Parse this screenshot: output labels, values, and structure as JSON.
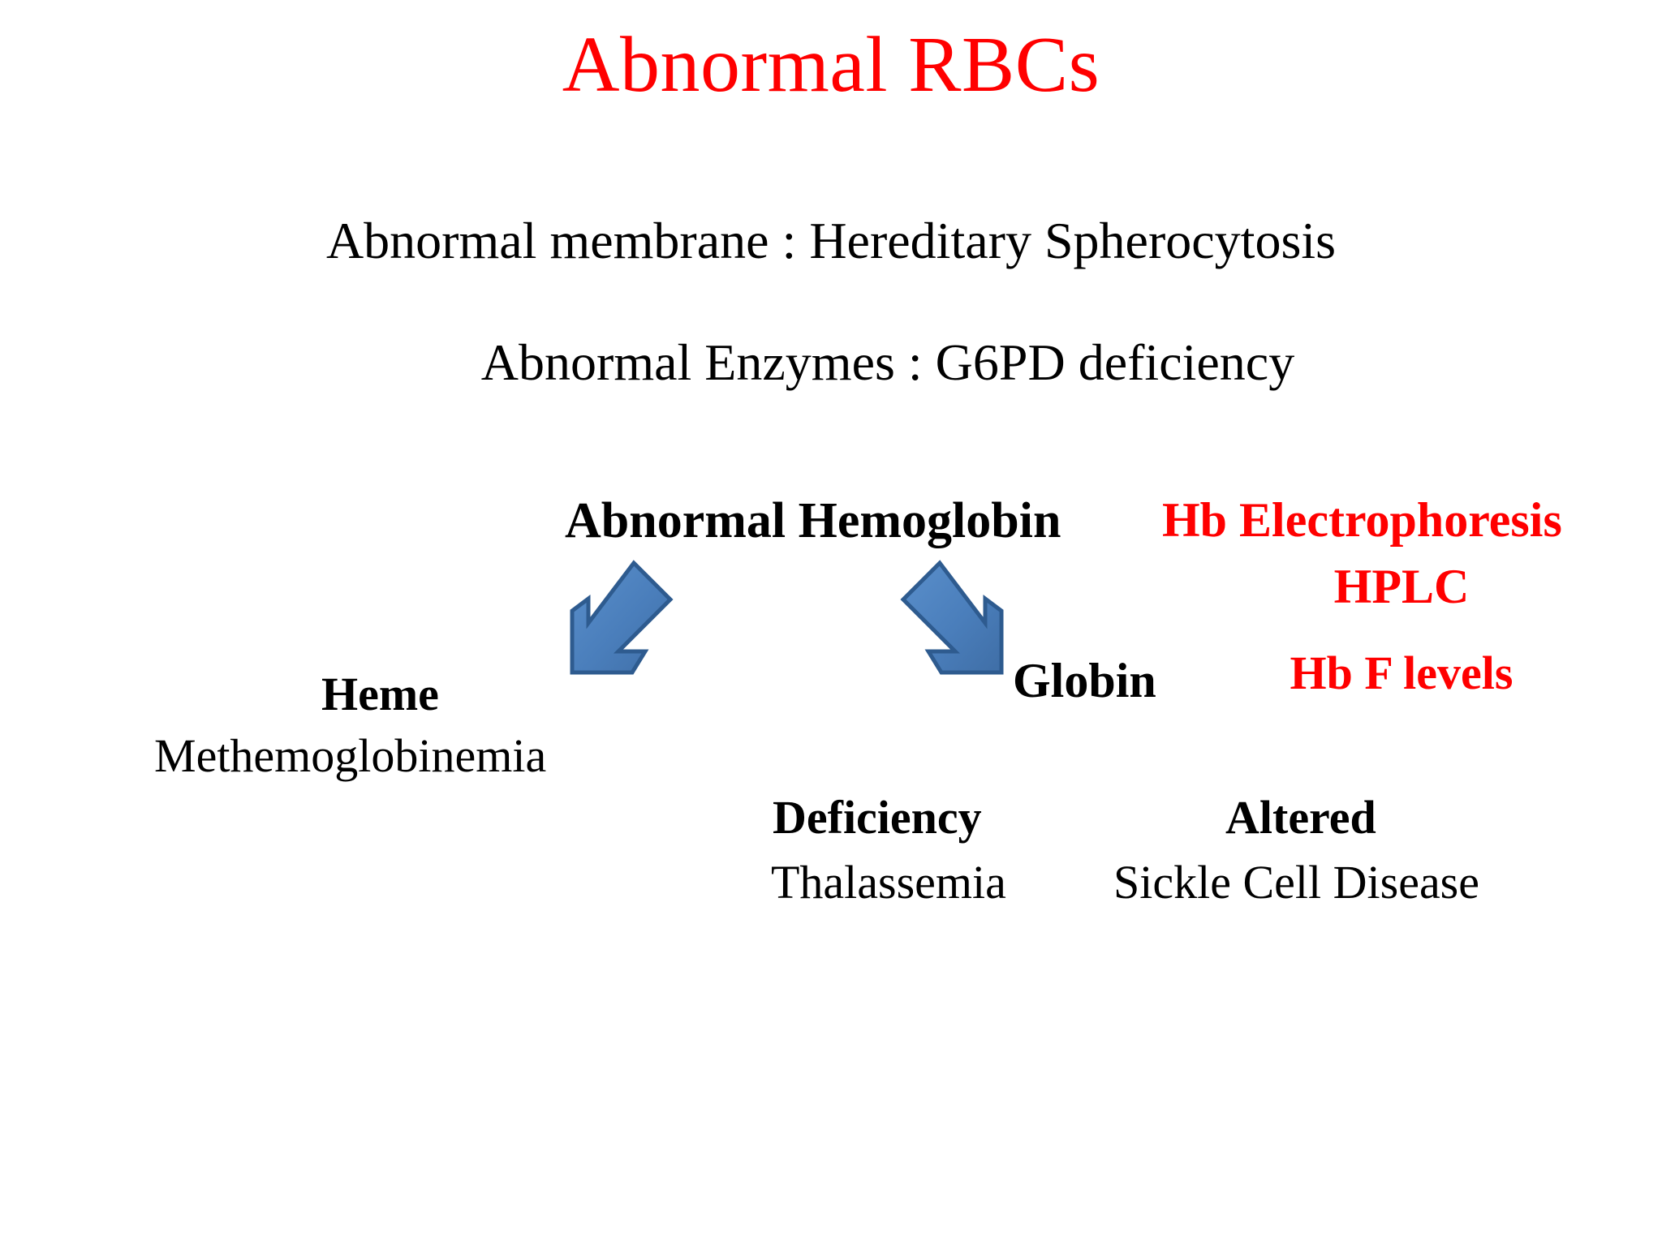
{
  "slide": {
    "background_color": "#ffffff",
    "title": "Abnormal RBCs",
    "title_color": "#ff0000"
  },
  "body_lines": [
    {
      "text": "Abnormal membrane : Hereditary Spherocytosis"
    },
    {
      "text": "Abnormal Enzymes : G6PD deficiency"
    }
  ],
  "hemoglobin": {
    "heading": "Abnormal Hemoglobin",
    "branches": {
      "heme": {
        "title": "Heme",
        "detail": "Methemoglobinemia"
      },
      "globin": {
        "title": "Globin",
        "sub_branches": [
          {
            "title": "Deficiency",
            "detail": "Thalassemia"
          },
          {
            "title": "Altered",
            "detail": "Sickle Cell Disease"
          }
        ]
      }
    }
  },
  "tests": {
    "color": "#ff0000",
    "items": [
      "Hb Electrophoresis",
      "HPLC",
      "Hb F levels"
    ]
  },
  "arrows": {
    "fill_color": "#4a7ebb",
    "stroke_color": "#2e5b8f",
    "left": {
      "icon": "arrow-down-left-icon",
      "direction": "down-left"
    },
    "right": {
      "icon": "arrow-down-right-icon",
      "direction": "down-right"
    }
  }
}
